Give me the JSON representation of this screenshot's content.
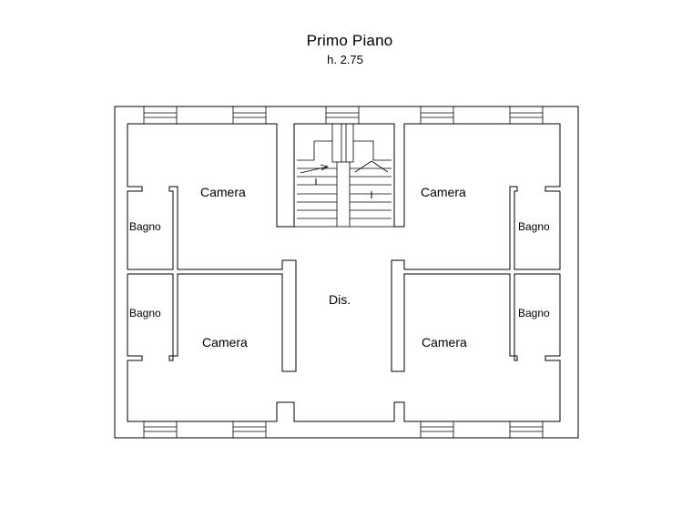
{
  "title": "Primo Piano",
  "subtitle": "h. 2.75",
  "rooms": {
    "camera_top_left": "Camera",
    "camera_top_right": "Camera",
    "camera_bottom_left": "Camera",
    "camera_bottom_right": "Camera",
    "bagno_top_left": "Bagno",
    "bagno_top_right": "Bagno",
    "bagno_bottom_left": "Bagno",
    "bagno_bottom_right": "Bagno",
    "disimpegno": "Dis."
  }
}
